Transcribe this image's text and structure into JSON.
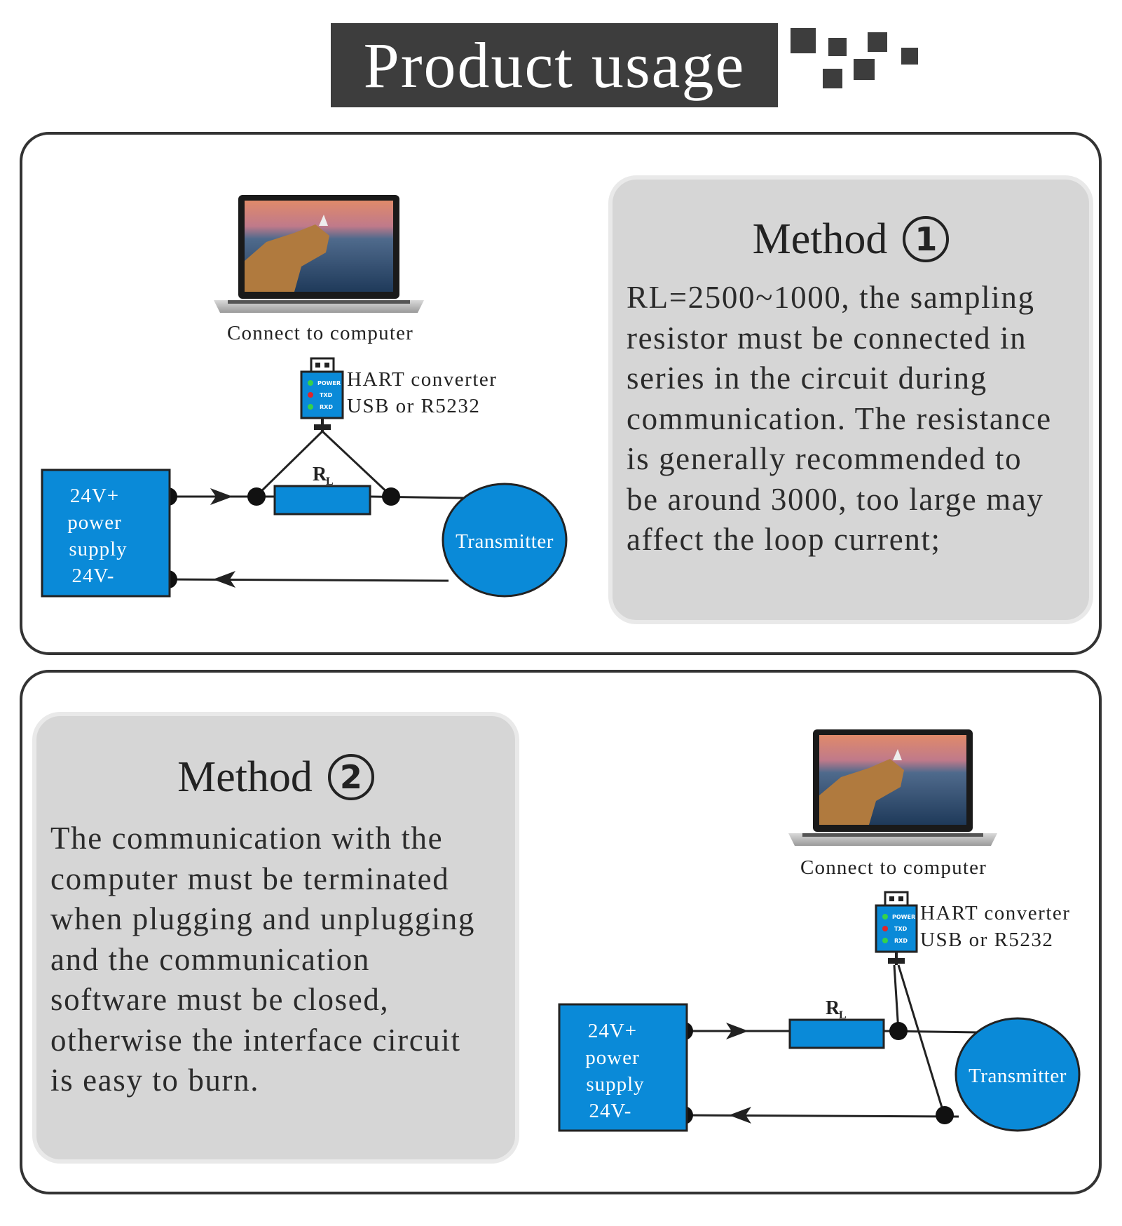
{
  "header": {
    "title": "Product usage"
  },
  "method1": {
    "title": "Method",
    "number": "1",
    "body": "RL=2500~1000, the sampling\nresistor must be connected in\nseries in the circuit during\ncommunication. The resistance\nis generally recommended to\nbe around 3000, too large may\naffect the loop current;"
  },
  "method2": {
    "title": "Method",
    "number": "2",
    "body": "The communication with the\ncomputer must be terminated\nwhen plugging and unplugging\nand the communication\nsoftware must be closed,\notherwise the interface circuit\nis easy to burn."
  },
  "diagram1": {
    "computer_label": "Connect to computer",
    "converter_line1": "HART converter",
    "converter_line2": "USB or R5232",
    "led_power": "POWER",
    "led_txd": "TXD",
    "led_rxd": "RXD",
    "resistor_label": "R",
    "resistor_sub": "L",
    "supply_lines": [
      "24V+",
      "power",
      "supply",
      "24V-"
    ],
    "transmitter": "Transmitter"
  },
  "diagram2": {
    "computer_label": "Connect to computer",
    "converter_line1": "HART converter",
    "converter_line2": "USB or R5232",
    "led_power": "POWER",
    "led_txd": "TXD",
    "led_rxd": "RXD",
    "resistor_label": "R",
    "resistor_sub": "L",
    "supply_lines": [
      "24V+",
      "power",
      "supply",
      "24V-"
    ],
    "transmitter": "Transmitter"
  },
  "colors": {
    "blue": "#0a8ad8",
    "dark": "#3d3d3d",
    "panel_border": "#333333",
    "box_gray": "#d6d6d6"
  }
}
